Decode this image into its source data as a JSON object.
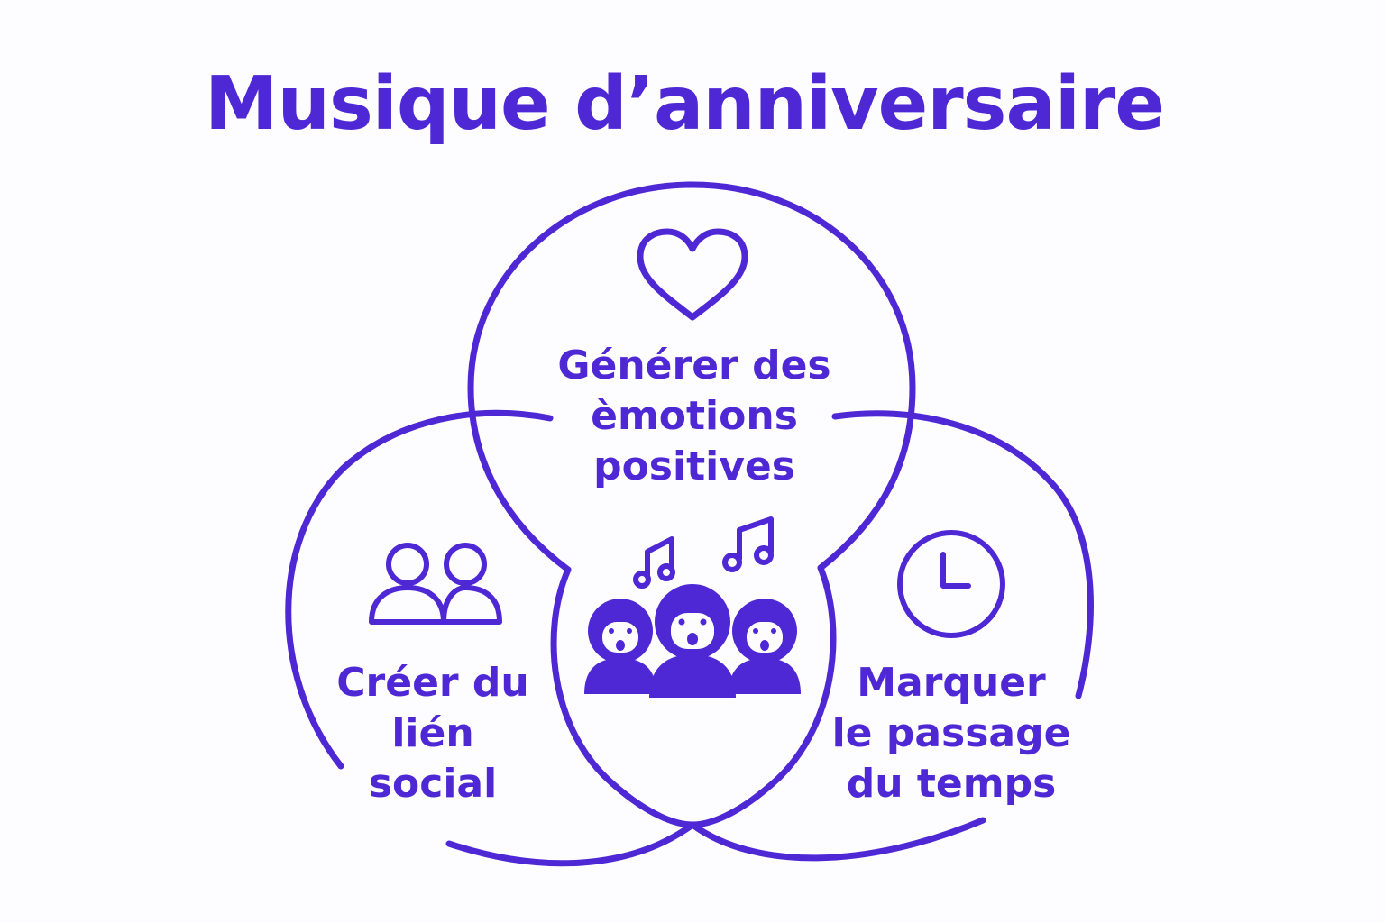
{
  "title": "Musique d’anniversaire",
  "colors": {
    "accent": "#4f28d6",
    "background": "#fdfcff"
  },
  "sections": {
    "top": {
      "label": "Générer des\nèmotions\npositives",
      "icon": "heart-icon"
    },
    "left": {
      "label": "Créer du\nlién\nsocial",
      "icon": "people-icon"
    },
    "right": {
      "label": "Marquer\nle passage\ndu temps",
      "icon": "clock-icon"
    }
  },
  "center": {
    "icons": [
      "music-note-icon",
      "music-note-icon",
      "singing-people-icon"
    ]
  }
}
